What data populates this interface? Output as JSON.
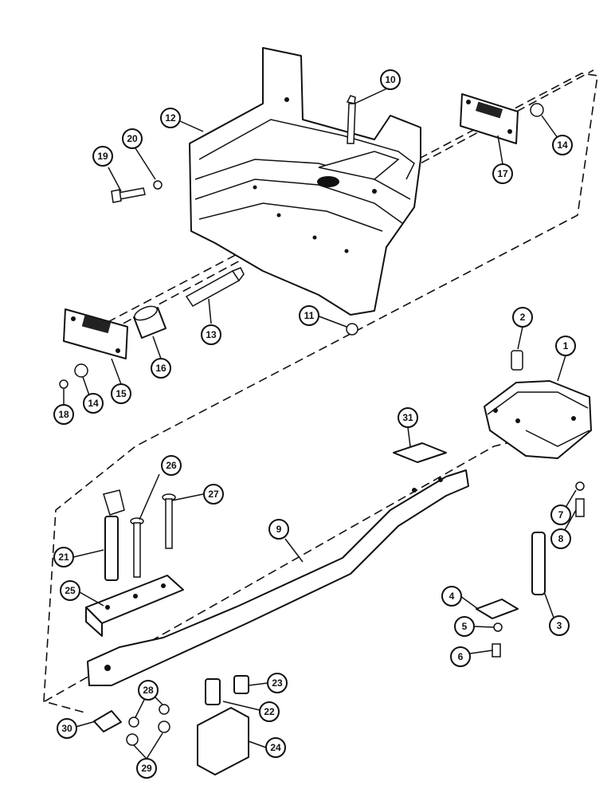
{
  "callouts": [
    {
      "label": "1"
    },
    {
      "label": "2"
    },
    {
      "label": "3"
    },
    {
      "label": "4"
    },
    {
      "label": "5"
    },
    {
      "label": "6"
    },
    {
      "label": "7"
    },
    {
      "label": "8"
    },
    {
      "label": "9"
    },
    {
      "label": "10"
    },
    {
      "label": "11"
    },
    {
      "label": "12"
    },
    {
      "label": "13"
    },
    {
      "label": "14"
    },
    {
      "label": "14"
    },
    {
      "label": "15"
    },
    {
      "label": "16"
    },
    {
      "label": "17"
    },
    {
      "label": "18"
    },
    {
      "label": "19"
    },
    {
      "label": "20"
    },
    {
      "label": "21"
    },
    {
      "label": "22"
    },
    {
      "label": "23"
    },
    {
      "label": "24"
    },
    {
      "label": "25"
    },
    {
      "label": "26"
    },
    {
      "label": "27"
    },
    {
      "label": "28"
    },
    {
      "label": "29"
    },
    {
      "label": "30"
    },
    {
      "label": "31"
    }
  ]
}
